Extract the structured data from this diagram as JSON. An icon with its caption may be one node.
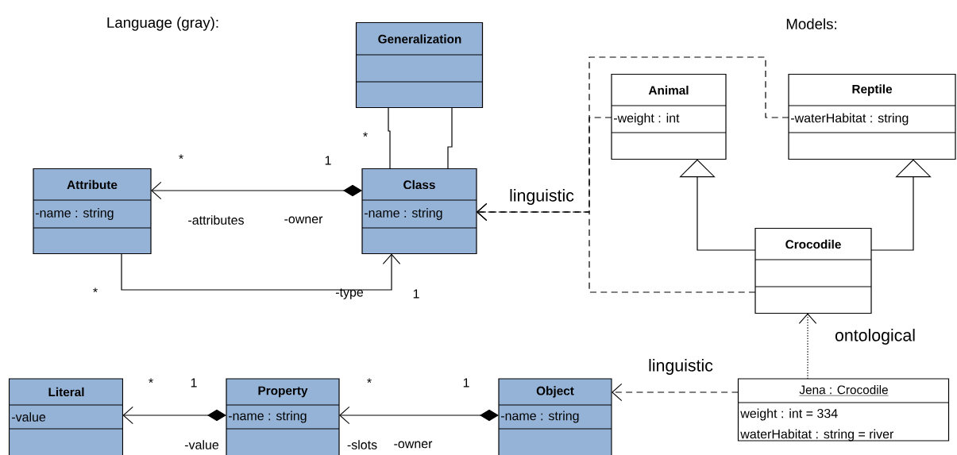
{
  "diagram": {
    "nodes": [
      {
        "text": [
          "Generalization"
        ]
      },
      {
        "text": [
          "Attribute",
          "-name : string"
        ]
      },
      {
        "text": [
          "Class",
          "-name : string"
        ]
      },
      {
        "text": [
          "Animal",
          "-weight : int"
        ]
      },
      {
        "text": [
          "Reptile",
          "-waterHabitat : string"
        ]
      },
      {
        "text": [
          "Crocodile"
        ]
      },
      {
        "text": [
          "Literal",
          "-value"
        ]
      },
      {
        "text": [
          "Property",
          "-name : string"
        ]
      },
      {
        "text": [
          "Object",
          "-name : string"
        ]
      },
      {
        "text": [
          "Jena : Crocodile",
          "weight : int = 334",
          "waterHabitat : string = river"
        ]
      }
    ],
    "edges": [
      {
        "from": 0,
        "to": 2,
        "arrow": "none"
      },
      {
        "from": 0,
        "to": 2,
        "arrow": "none"
      },
      {
        "from": 2,
        "to": 1,
        "arrow": "to"
      },
      {
        "from": 1,
        "to": 2,
        "arrow": "to"
      },
      {
        "from": 3,
        "to": 2,
        "arrow": "to",
        "style": "dashed",
        "label": "linguistic"
      },
      {
        "from": 4,
        "to": 2,
        "arrow": "to",
        "style": "dashed"
      },
      {
        "from": 5,
        "to": 2,
        "arrow": "to",
        "style": "dashed"
      },
      {
        "from": 5,
        "to": 3,
        "arrow": "to"
      },
      {
        "from": 5,
        "to": 4,
        "arrow": "to"
      },
      {
        "from": 9,
        "to": 5,
        "arrow": "to",
        "style": "dashed",
        "label": "ontological"
      },
      {
        "from": 9,
        "to": 8,
        "arrow": "to",
        "style": "dashed",
        "label": "linguistic"
      },
      {
        "from": 8,
        "to": 7,
        "arrow": "to"
      },
      {
        "from": 7,
        "to": 6,
        "arrow": "to"
      }
    ],
    "labels": [
      "Language (gray):",
      "Models:",
      "*",
      "*",
      "1",
      "-attributes",
      "-owner",
      "*",
      "-type",
      "1",
      "*",
      "1",
      "*",
      "1",
      "-value",
      "-slots",
      "-owner"
    ]
  }
}
